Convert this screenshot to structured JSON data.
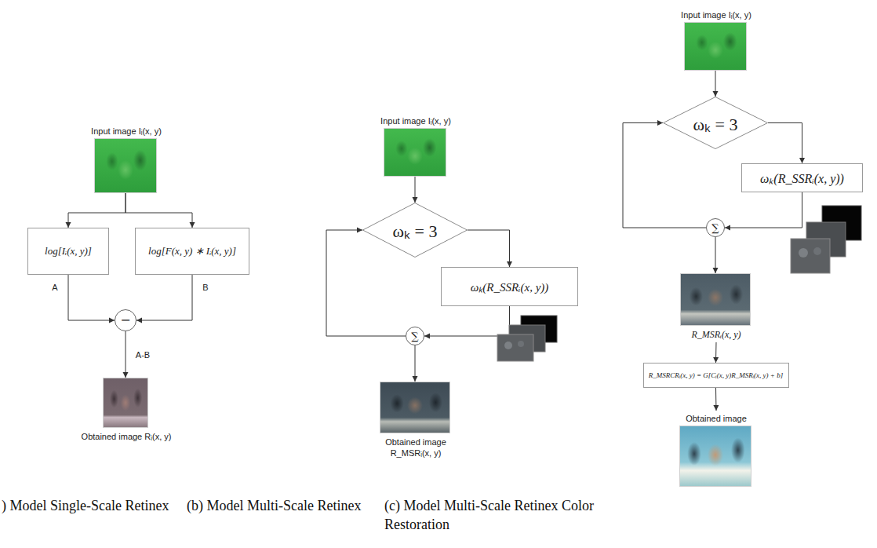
{
  "diagram": {
    "nodes": [
      {
        "text": [
          "Input image Iᵢ(x, y)"
        ]
      },
      {
        "text": [
          "log[Iᵢ(x, y)]"
        ]
      },
      {
        "text": [
          "log[F(x, y) ∗ Iᵢ(x, y)]"
        ]
      },
      {
        "text": [
          "−"
        ]
      },
      {
        "text": [
          "Obtained image Rᵢ(x, y)"
        ]
      },
      {
        "text": [
          "Input image Iᵢ(x, y)"
        ]
      },
      {
        "text": [
          "ωₖ = 3"
        ]
      },
      {
        "text": [
          "ωₖ(R_SSRᵢ(x, y))"
        ]
      },
      {
        "text": [
          "∑"
        ]
      },
      {
        "text": [
          "Obtained image R_MSRᵢ(x, y)"
        ]
      },
      {
        "text": [
          "Input image Iᵢ(x, y)"
        ]
      },
      {
        "text": [
          "ωₖ = 3"
        ]
      },
      {
        "text": [
          "ωₖ(R_SSRᵢ(x, y))"
        ]
      },
      {
        "text": [
          "∑"
        ]
      },
      {
        "text": [
          "R_MSRᵢ(x, y)"
        ]
      },
      {
        "text": [
          "R_MSRCRᵢ(x, y) = G[Cᵢ(x, y)R_MSRᵢ(x, y) + b]"
        ]
      },
      {
        "text": [
          "Obtained image"
        ]
      }
    ],
    "edges": [
      {
        "from": 0,
        "to": 1,
        "arrow": "to"
      },
      {
        "from": 0,
        "to": 2,
        "arrow": "to"
      },
      {
        "from": 1,
        "to": 3,
        "label": "A",
        "arrow": "to"
      },
      {
        "from": 2,
        "to": 3,
        "label": "B",
        "arrow": "to"
      },
      {
        "from": 3,
        "to": 4,
        "label": "A-B",
        "arrow": "to"
      },
      {
        "from": 5,
        "to": 6,
        "arrow": "to"
      },
      {
        "from": 6,
        "to": 7,
        "arrow": "to"
      },
      {
        "from": 7,
        "to": 8,
        "arrow": "to"
      },
      {
        "from": 8,
        "to": 6,
        "arrow": "to"
      },
      {
        "from": 8,
        "to": 9,
        "arrow": "to"
      },
      {
        "from": 10,
        "to": 11,
        "arrow": "to"
      },
      {
        "from": 11,
        "to": 12,
        "arrow": "to"
      },
      {
        "from": 12,
        "to": 13,
        "arrow": "to"
      },
      {
        "from": 13,
        "to": 11,
        "arrow": "to"
      },
      {
        "from": 13,
        "to": 14,
        "arrow": "to"
      },
      {
        "from": 14,
        "to": 15,
        "arrow": "to"
      },
      {
        "from": 15,
        "to": 16,
        "arrow": "to"
      }
    ],
    "labels": [
      ") Model Single-Scale Retinex",
      "(b) Model Multi-Scale Retinex",
      "(c) Model Multi-Scale Retinex Color Restoration"
    ]
  }
}
